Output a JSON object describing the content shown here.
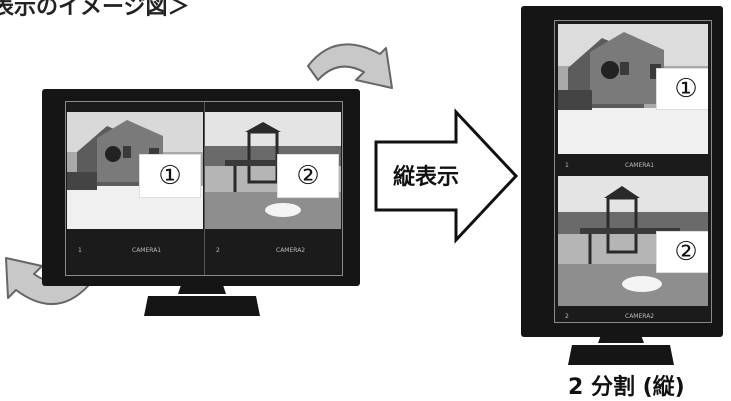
{
  "caption": "表示のイメージ図＞",
  "arrow_label": "縦表示",
  "split_label": "2 分割 (縦)",
  "horizontal_display": {
    "panes": [
      {
        "number": "①",
        "status_index": "1",
        "status_name": "CAMERA1"
      },
      {
        "number": "②",
        "status_index": "2",
        "status_name": "CAMERA2"
      }
    ]
  },
  "vertical_display": {
    "panes": [
      {
        "number": "①",
        "status_index": "1",
        "status_name": "CAMERA1"
      },
      {
        "number": "②",
        "status_index": "2",
        "status_name": "CAMERA2"
      }
    ]
  },
  "icons": {
    "rotate_top": "rotate-arrow-icon",
    "rotate_bottom": "rotate-arrow-icon",
    "main_arrow": "right-arrow-icon"
  }
}
